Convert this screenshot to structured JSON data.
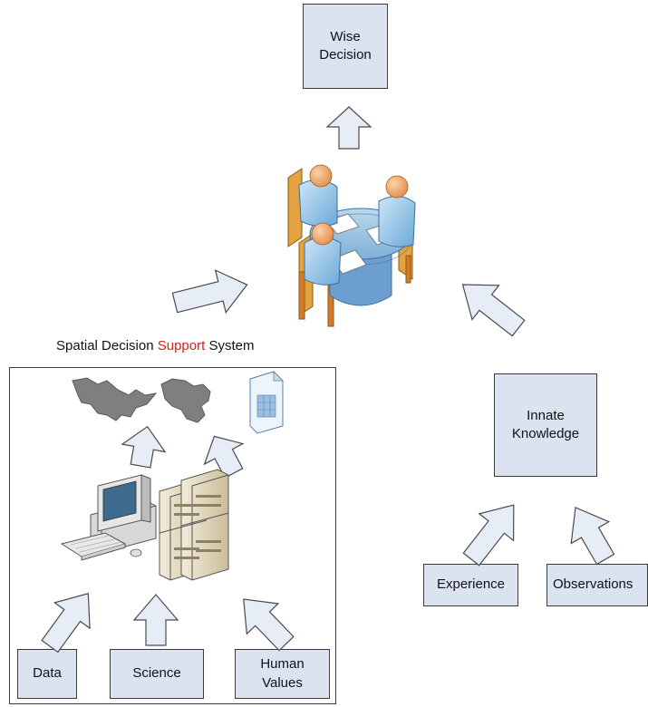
{
  "diagram": {
    "top_box": {
      "line1": "Wise",
      "line2": "Decision"
    },
    "sdss_title": {
      "part1": "Spatial Decision ",
      "highlight": "Support",
      "part2": " System"
    },
    "innate_box": {
      "line1": "Innate",
      "line2": "Knowledge"
    },
    "experience_box": {
      "label": "Experience"
    },
    "observations_box": {
      "label": "Observations"
    },
    "data_box": {
      "label": "Data"
    },
    "science_box": {
      "label": "Science"
    },
    "human_values_box": {
      "line1": "Human",
      "line2": "Values"
    }
  },
  "colors": {
    "box_fill": "#dbe3f1",
    "arrow_fill": "#e6edf7",
    "highlight": "#d8201a"
  }
}
